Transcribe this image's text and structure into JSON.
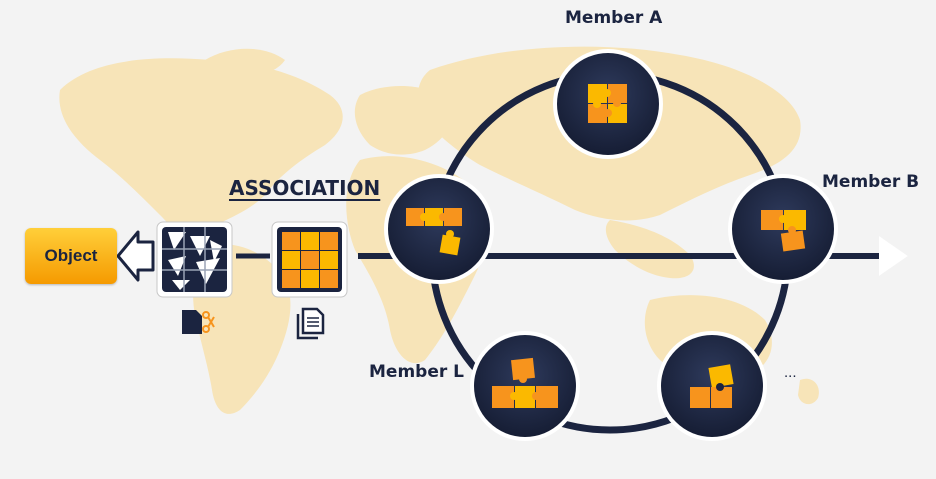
{
  "title": "ASSOCIATION",
  "object_label": "Object",
  "members": {
    "a": "Member A",
    "b": "Member B",
    "l": "Member L",
    "more": "..."
  },
  "colors": {
    "navy": "#1b2440",
    "orange": "#f7941d",
    "yellow": "#fbb900",
    "map": "#f7e4b8",
    "background": "#f3f3f3"
  },
  "icons": {
    "cut_doc": "scissors-document-icon",
    "doc": "document-icon",
    "puzzle": "puzzle-icon"
  }
}
